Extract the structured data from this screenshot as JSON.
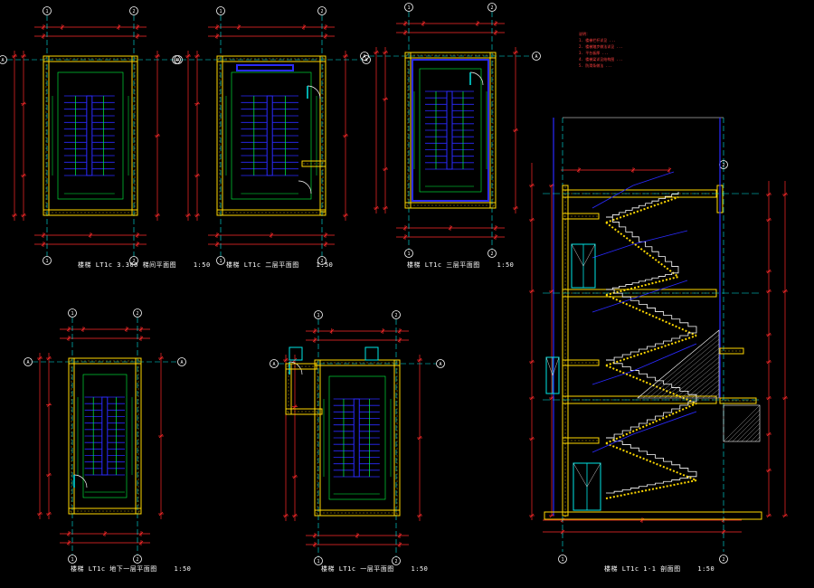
{
  "drawings": [
    {
      "id": "plan-a",
      "prefix": "楼梯",
      "code": "LT1c",
      "level": "3.300",
      "name": "梯间平面图",
      "scale": "1:50"
    },
    {
      "id": "plan-b",
      "prefix": "楼梯",
      "code": "LT1c",
      "level": "",
      "name": "二层平面图",
      "scale": "1:50"
    },
    {
      "id": "plan-c",
      "prefix": "楼梯",
      "code": "LT1c",
      "level": "",
      "name": "三层平面图",
      "scale": "1:50"
    },
    {
      "id": "plan-d",
      "prefix": "楼梯",
      "code": "LT1c",
      "level": "",
      "name": "地下一层平面图",
      "scale": "1:50"
    },
    {
      "id": "plan-e",
      "prefix": "楼梯",
      "code": "LT1c",
      "level": "",
      "name": "一层平面图",
      "scale": "1:50"
    },
    {
      "id": "section",
      "prefix": "楼梯",
      "code": "LT1c",
      "level": "",
      "name": "1-1 剖面图",
      "scale": "1:50"
    }
  ],
  "grid_marks": [
    "A",
    "B",
    "1",
    "2"
  ],
  "notes": [
    "说明：",
    "1. 楼梯栏杆详见 ...",
    "2. 楼梯踏步做法详见 ...",
    "3. 平台板厚 ...",
    "4. 楼梯梁详见结构图 ...",
    "5. 防滑条做法 ..."
  ],
  "colors": {
    "background": "#000000",
    "wall": "#ffd800",
    "dimension": "#ff2a2a",
    "axis": "#00e6e6",
    "stair": "#2a2aff",
    "annotation": "#00ff40",
    "text": "#ffffff"
  }
}
